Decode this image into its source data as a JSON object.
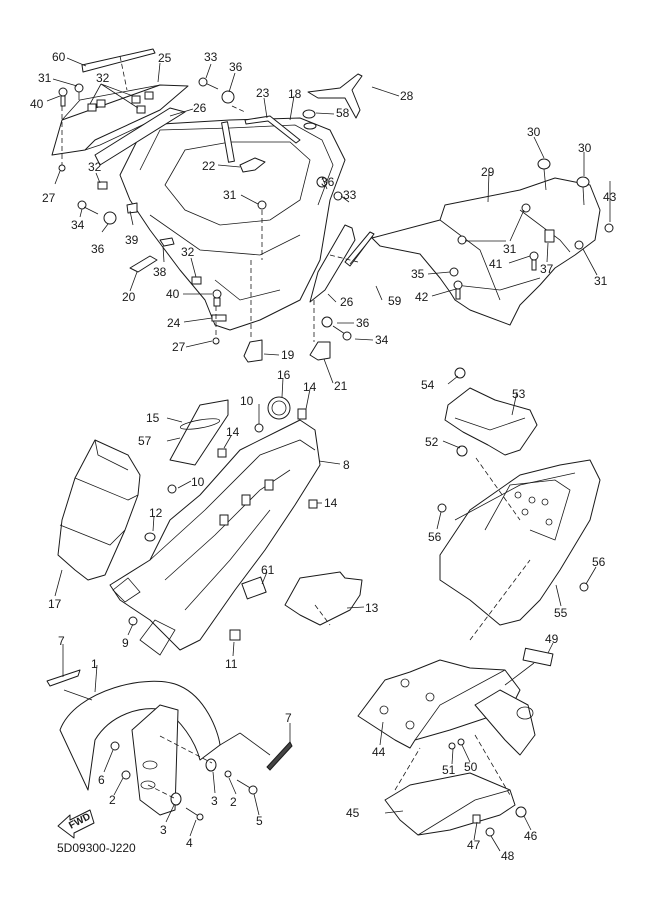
{
  "diagram": {
    "type": "exploded-parts-diagram",
    "drawing_code": "5D09300-J220",
    "direction_marker": "FWD",
    "callouts": [
      {
        "id": "c60a",
        "label": "60"
      },
      {
        "id": "c25",
        "label": "25"
      },
      {
        "id": "c33a",
        "label": "33"
      },
      {
        "id": "c36a",
        "label": "36"
      },
      {
        "id": "c31a",
        "label": "31"
      },
      {
        "id": "c32a",
        "label": "32"
      },
      {
        "id": "c40a",
        "label": "40"
      },
      {
        "id": "c26a",
        "label": "26"
      },
      {
        "id": "c23",
        "label": "23"
      },
      {
        "id": "c18",
        "label": "18"
      },
      {
        "id": "c28",
        "label": "28"
      },
      {
        "id": "c58",
        "label": "58"
      },
      {
        "id": "c22",
        "label": "22"
      },
      {
        "id": "c32b",
        "label": "32"
      },
      {
        "id": "c27a",
        "label": "27"
      },
      {
        "id": "c31b",
        "label": "31"
      },
      {
        "id": "c36b",
        "label": "36"
      },
      {
        "id": "c33b",
        "label": "33"
      },
      {
        "id": "c34a",
        "label": "34"
      },
      {
        "id": "c36c",
        "label": "36"
      },
      {
        "id": "c39",
        "label": "39"
      },
      {
        "id": "c38",
        "label": "38"
      },
      {
        "id": "c20",
        "label": "20"
      },
      {
        "id": "c32c",
        "label": "32"
      },
      {
        "id": "c40b",
        "label": "40"
      },
      {
        "id": "c24",
        "label": "24"
      },
      {
        "id": "c27b",
        "label": "27"
      },
      {
        "id": "c19",
        "label": "19"
      },
      {
        "id": "c26b",
        "label": "26"
      },
      {
        "id": "c59",
        "label": "59"
      },
      {
        "id": "c36d",
        "label": "36"
      },
      {
        "id": "c34b",
        "label": "34"
      },
      {
        "id": "c21",
        "label": "21"
      },
      {
        "id": "c30a",
        "label": "30"
      },
      {
        "id": "c30b",
        "label": "30"
      },
      {
        "id": "c29",
        "label": "29"
      },
      {
        "id": "c43",
        "label": "43"
      },
      {
        "id": "c31c",
        "label": "31"
      },
      {
        "id": "c41",
        "label": "41"
      },
      {
        "id": "c37",
        "label": "37"
      },
      {
        "id": "c31d",
        "label": "31"
      },
      {
        "id": "c35",
        "label": "35"
      },
      {
        "id": "c42",
        "label": "42"
      },
      {
        "id": "c16",
        "label": "16"
      },
      {
        "id": "c14a",
        "label": "14"
      },
      {
        "id": "c15",
        "label": "15"
      },
      {
        "id": "c10a",
        "label": "10"
      },
      {
        "id": "c57",
        "label": "57"
      },
      {
        "id": "c14b",
        "label": "14"
      },
      {
        "id": "c8",
        "label": "8"
      },
      {
        "id": "c10b",
        "label": "10"
      },
      {
        "id": "c14c",
        "label": "14"
      },
      {
        "id": "c12",
        "label": "12"
      },
      {
        "id": "c17",
        "label": "17"
      },
      {
        "id": "c61",
        "label": "61"
      },
      {
        "id": "c13",
        "label": "13"
      },
      {
        "id": "c9",
        "label": "9"
      },
      {
        "id": "c11",
        "label": "11"
      },
      {
        "id": "c54",
        "label": "54"
      },
      {
        "id": "c53",
        "label": "53"
      },
      {
        "id": "c52",
        "label": "52"
      },
      {
        "id": "c56a",
        "label": "56"
      },
      {
        "id": "c56b",
        "label": "56"
      },
      {
        "id": "c55",
        "label": "55"
      },
      {
        "id": "c49",
        "label": "49"
      },
      {
        "id": "c44",
        "label": "44"
      },
      {
        "id": "c51",
        "label": "51"
      },
      {
        "id": "c50",
        "label": "50"
      },
      {
        "id": "c45",
        "label": "45"
      },
      {
        "id": "c46",
        "label": "46"
      },
      {
        "id": "c47",
        "label": "47"
      },
      {
        "id": "c48",
        "label": "48"
      },
      {
        "id": "c7a",
        "label": "7"
      },
      {
        "id": "c1",
        "label": "1"
      },
      {
        "id": "c7b",
        "label": "7"
      },
      {
        "id": "c6",
        "label": "6"
      },
      {
        "id": "c2a",
        "label": "2"
      },
      {
        "id": "c3a",
        "label": "3"
      },
      {
        "id": "c2b",
        "label": "2"
      },
      {
        "id": "c5",
        "label": "5"
      },
      {
        "id": "c3b",
        "label": "3"
      },
      {
        "id": "c4",
        "label": "4"
      }
    ]
  }
}
